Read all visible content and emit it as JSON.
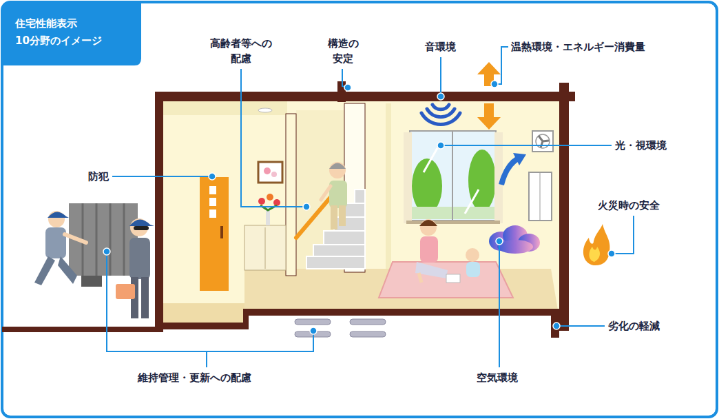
{
  "diagram": {
    "title": "住宅性能表示 10分野のイメージ",
    "labels": [
      "高齢者等への 配慮",
      "構造の 安定",
      "音環境",
      "温熱環境・エネルギー消費量",
      "防犯",
      "光・視環境",
      "火災時の安全",
      "劣化の軽減",
      "維持管理・更新への配慮",
      "空気環境"
    ]
  }
}
